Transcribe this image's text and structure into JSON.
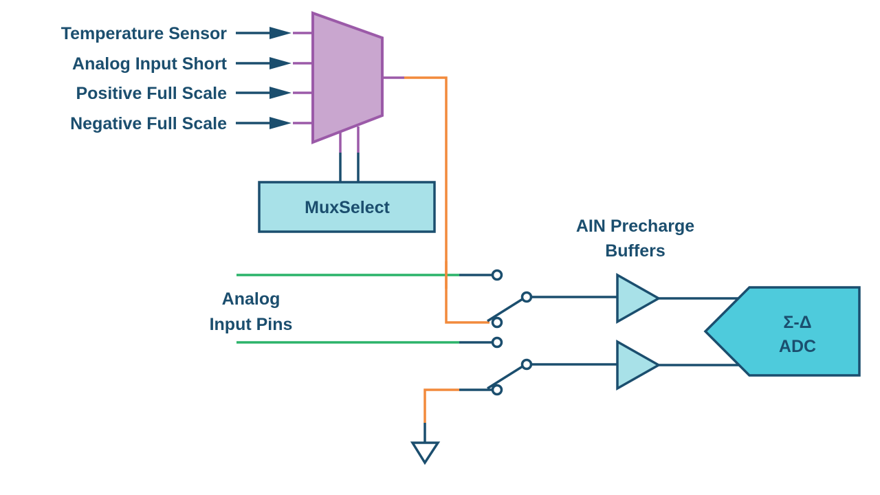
{
  "colors": {
    "text": "#1b4e6e",
    "wire_navy": "#1b4e6e",
    "mux_fill": "#c9a6cf",
    "mux_stroke": "#9b5aa8",
    "signal_orange": "#f28a3c",
    "pin_green": "#2bb36a",
    "muxselect_fill": "#a8e1e8",
    "buffer_fill": "#a8e1e8",
    "adc_fill": "#4ecbdc"
  },
  "mux_inputs": [
    {
      "label": "Temperature Sensor"
    },
    {
      "label": "Analog Input Short"
    },
    {
      "label": "Positive Full Scale"
    },
    {
      "label": "Negative Full Scale"
    }
  ],
  "mux_select": {
    "label": "MuxSelect"
  },
  "analog_input_pins": {
    "line1": "Analog",
    "line2": "Input Pins"
  },
  "buffers": {
    "line1": "AIN Precharge",
    "line2": "Buffers"
  },
  "adc": {
    "line1": "Σ-Δ",
    "line2": "ADC"
  },
  "ground": {
    "symbol": "ground-icon"
  }
}
